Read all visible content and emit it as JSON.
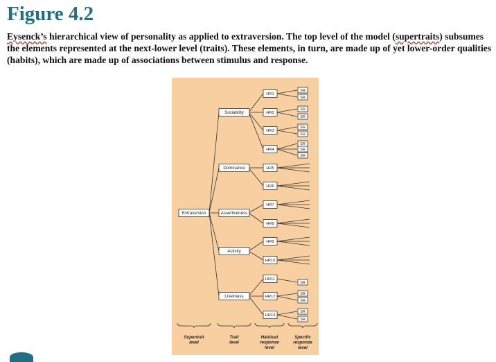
{
  "figure_title": "Figure 4.2",
  "caption": {
    "part1": "Eysenck’s",
    "part2": " hierarchical view of personality as applied to extraversion. The top level of the model (",
    "part3": "supertraits",
    "part4": ") subsumes the elements represented at the next-lower level (traits). These elements, in turn, are made up of yet lower-order qualities (habits), which are made up of associations between stimulus and response."
  },
  "diagram": {
    "supertrait": "Extraversion",
    "traits": [
      "Sociability",
      "Dominance",
      "Assertiveness",
      "Activity",
      "Liveliness"
    ],
    "habits": [
      "HR1",
      "HR2",
      "HR3",
      "HR4",
      "HR5",
      "HR6",
      "HR7",
      "HR8",
      "HR9",
      "HR10",
      "HR11",
      "HR12",
      "HR13"
    ],
    "sr_label": "SR",
    "levels": [
      "Supertrait level",
      "Trait level",
      "Habitual response level",
      "Specific response level"
    ],
    "colors": {
      "panel": "#f8cfa0",
      "line": "#333333",
      "box": "#ffffff",
      "title": "#1f6f86"
    }
  }
}
